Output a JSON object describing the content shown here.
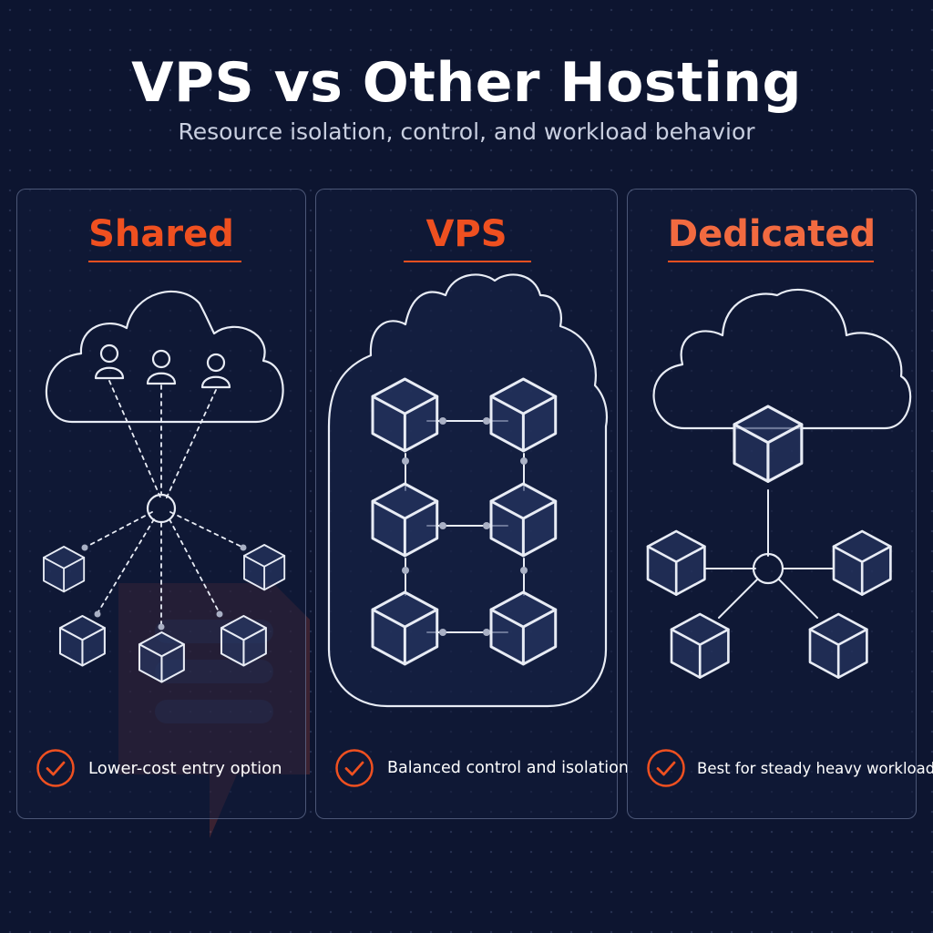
{
  "title": "VPS vs Other Hosting",
  "subtitle": "Resource isolation, control, and workload behavior",
  "colors": {
    "accent": "#ef5020",
    "background": "#0d1530",
    "line": "#e8ecf5"
  },
  "columns": [
    {
      "heading": "Shared",
      "feature": "Lower-cost entry option",
      "icons": [
        "cloud-icon",
        "user-icon",
        "hub-icon",
        "cube-icon",
        "check-icon"
      ]
    },
    {
      "heading": "VPS",
      "feature": "Balanced control and isolation",
      "icons": [
        "cloud-icon",
        "cube-icon",
        "check-icon"
      ]
    },
    {
      "heading": "Dedicated",
      "feature": "Best for steady heavy workloads",
      "icons": [
        "cloud-icon",
        "cube-icon",
        "hub-icon",
        "check-icon"
      ]
    }
  ]
}
